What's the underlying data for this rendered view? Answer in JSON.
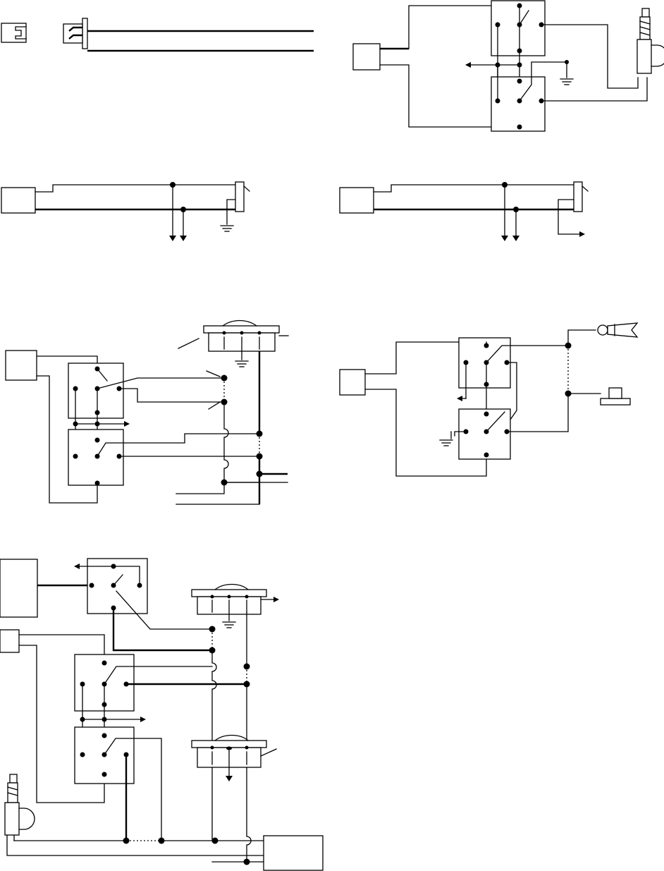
{
  "diagram": {
    "background": "#ffffff",
    "ink": "#000000",
    "panels": [
      {
        "id": "connector-harness"
      },
      {
        "id": "double-relay-actuator"
      },
      {
        "id": "ground-trigger-switch"
      },
      {
        "id": "output-trigger-switch"
      },
      {
        "id": "door-switch-relay-circuit"
      },
      {
        "id": "horn-siren-relay-circuit"
      },
      {
        "id": "full-door-lock-circuit"
      }
    ],
    "icons": [
      "relay",
      "ground-symbol",
      "arrow",
      "door-lock-actuator",
      "door-jamb-switch",
      "horn",
      "siren",
      "wire-connector"
    ]
  }
}
